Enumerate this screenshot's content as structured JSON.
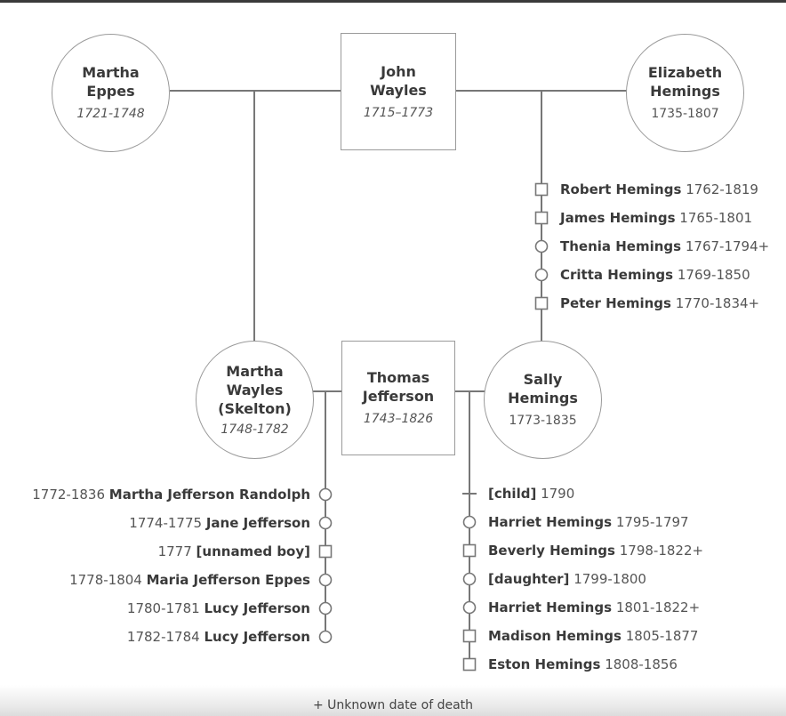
{
  "title": "Jefferson and Hemings family tree",
  "colors": {
    "line": "#777777",
    "node_border": "#9a9a9a",
    "text": "#333333"
  },
  "grandparents": {
    "martha_eppes": {
      "name_line1": "Martha",
      "name_line2": "Eppes",
      "dates": "1721-1748",
      "sex": "female"
    },
    "john_wayles": {
      "name_line1": "John",
      "name_line2": "Wayles",
      "dates": "1715–1773",
      "sex": "male"
    },
    "elizabeth_hemings": {
      "name_line1": "Elizabeth",
      "name_line2": "Hemings",
      "dates": "1735-1807",
      "sex": "female"
    }
  },
  "wayles_hemings_children": [
    {
      "name": "Robert Hemings",
      "dates": "1762-1819",
      "sex": "male"
    },
    {
      "name": "James Hemings",
      "dates": "1765-1801",
      "sex": "male"
    },
    {
      "name": "Thenia Hemings",
      "dates": "1767-1794+",
      "sex": "female"
    },
    {
      "name": "Critta Hemings",
      "dates": "1769-1850",
      "sex": "female"
    },
    {
      "name": "Peter Hemings",
      "dates": "1770-1834+",
      "sex": "male"
    }
  ],
  "parents": {
    "martha_wayles": {
      "name_line1": "Martha",
      "name_line2": "Wayles",
      "name_line3": "(Skelton)",
      "dates": "1748-1782",
      "sex": "female"
    },
    "thomas_jefferson": {
      "name_line1": "Thomas",
      "name_line2": "Jefferson",
      "dates": "1743–1826",
      "sex": "male"
    },
    "sally_hemings": {
      "name_line1": "Sally",
      "name_line2": "Hemings",
      "dates": "1773-1835",
      "sex": "female"
    }
  },
  "jefferson_wayles_children": [
    {
      "name": "Martha Jefferson Randolph",
      "dates": "1772-1836",
      "sex": "female"
    },
    {
      "name": "Jane Jefferson",
      "dates": "1774-1775",
      "sex": "female"
    },
    {
      "name": "[unnamed boy]",
      "dates": "1777",
      "sex": "male"
    },
    {
      "name": "Maria Jefferson Eppes",
      "dates": "1778-1804",
      "sex": "female"
    },
    {
      "name": "Lucy Jefferson",
      "dates": "1780-1781",
      "sex": "female"
    },
    {
      "name": "Lucy Jefferson",
      "dates": "1782-1784",
      "sex": "female"
    }
  ],
  "jefferson_hemings_children": [
    {
      "name": "[child]",
      "dates": "1790",
      "sex": "unknown"
    },
    {
      "name": "Harriet Hemings",
      "dates": "1795-1797",
      "sex": "female"
    },
    {
      "name": "Beverly Hemings",
      "dates": "1798-1822+",
      "sex": "male"
    },
    {
      "name": "[daughter]",
      "dates": "1799-1800",
      "sex": "female"
    },
    {
      "name": "Harriet Hemings",
      "dates": "1801-1822+",
      "sex": "female"
    },
    {
      "name": "Madison Hemings",
      "dates": "1805-1877",
      "sex": "male"
    },
    {
      "name": "Eston Hemings",
      "dates": "1808-1856",
      "sex": "male"
    }
  ],
  "footer": {
    "note": "+ Unknown date of death"
  }
}
